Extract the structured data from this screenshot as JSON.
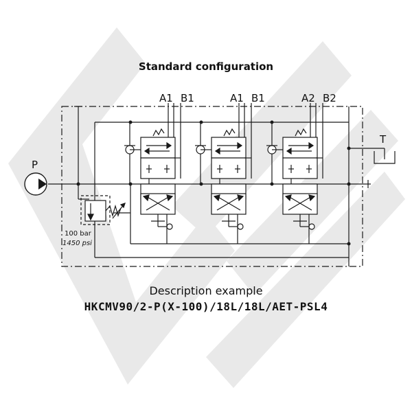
{
  "header": {
    "title": "Standard configuration"
  },
  "ports": {
    "pump": "P",
    "tank": "T",
    "sections": [
      {
        "a": "A1",
        "b": "B1"
      },
      {
        "a": "A1",
        "b": "B1"
      },
      {
        "a": "A2",
        "b": "B2"
      }
    ]
  },
  "relief_valve": {
    "pressure_bar": "100 bar",
    "pressure_psi": "1450 psi"
  },
  "footer": {
    "description_label": "Description example",
    "model_code": "HKCMV90/2-P(X-100)/18L/18L/AET-PSL4"
  },
  "colors": {
    "line": "#1a1a1a",
    "watermark": "#e9e9e9"
  }
}
